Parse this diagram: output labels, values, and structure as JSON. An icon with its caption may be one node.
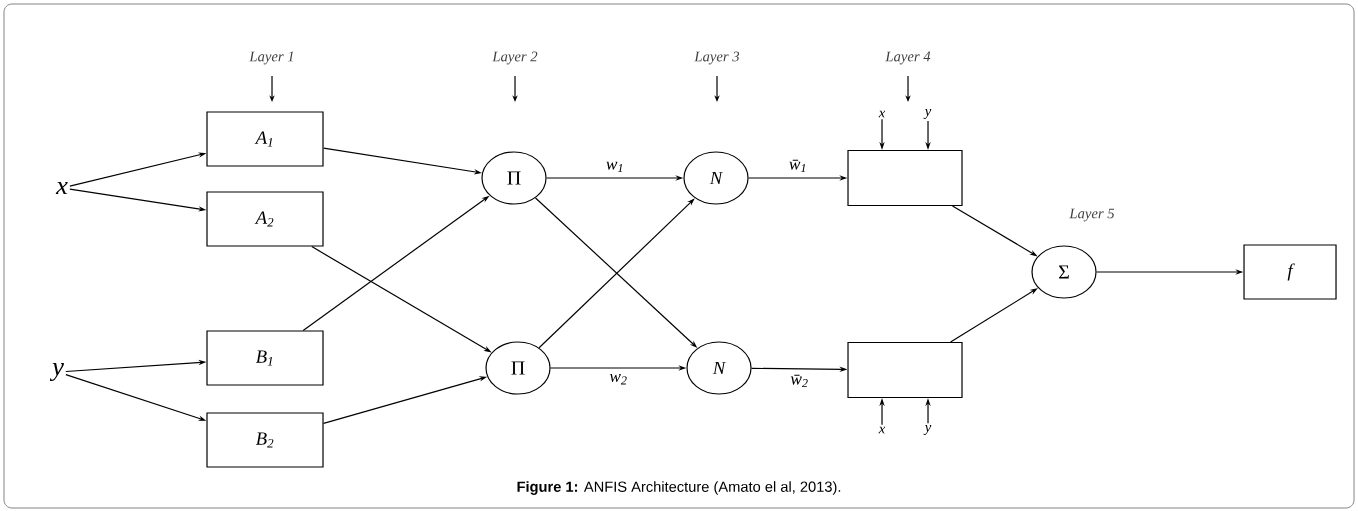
{
  "diagram": {
    "caption": "**Figure 1:** ANFIS Architecture (Amato el al, 2013).",
    "nodes": [
      {
        "text": [
          "x"
        ]
      },
      {
        "text": [
          "y"
        ]
      },
      {
        "text": [
          "*A*$_{1}$"
        ]
      },
      {
        "text": [
          "*A*$_{2}$"
        ]
      },
      {
        "text": [
          "*B*$_{1}$"
        ]
      },
      {
        "text": [
          "*B*$_{2}$"
        ]
      },
      {
        "text": [
          "Π"
        ]
      },
      {
        "text": [
          "Π"
        ]
      },
      {
        "text": [
          "N"
        ]
      },
      {
        "text": [
          "N"
        ]
      },
      {
        "text": [],
        "shape": "box"
      },
      {
        "text": [],
        "shape": "box"
      },
      {
        "text": [
          "Σ"
        ]
      },
      {
        "text": [
          "f"
        ]
      },
      {
        "text": [
          "x"
        ]
      },
      {
        "text": [
          "y"
        ]
      },
      {
        "text": [
          "x"
        ]
      },
      {
        "text": [
          "y"
        ]
      }
    ],
    "edges": [
      {
        "from": 0,
        "to": 2,
        "arrow": "to"
      },
      {
        "from": 0,
        "to": 3,
        "arrow": "to"
      },
      {
        "from": 1,
        "to": 4,
        "arrow": "to"
      },
      {
        "from": 1,
        "to": 5,
        "arrow": "to"
      },
      {
        "from": 2,
        "to": 6,
        "arrow": "to"
      },
      {
        "from": 3,
        "to": 7,
        "arrow": "to"
      },
      {
        "from": 4,
        "to": 6,
        "arrow": "to"
      },
      {
        "from": 5,
        "to": 7,
        "arrow": "to"
      },
      {
        "from": 6,
        "to": 8,
        "arrow": "to",
        "label": "*w*$_{1}$"
      },
      {
        "from": 6,
        "to": 9,
        "arrow": "to"
      },
      {
        "from": 7,
        "to": 8,
        "arrow": "to"
      },
      {
        "from": 7,
        "to": 9,
        "arrow": "to",
        "label": "*w*$_{2}$"
      },
      {
        "from": 8,
        "to": 10,
        "arrow": "to",
        "label": "*w̄*$_{1}$"
      },
      {
        "from": 9,
        "to": 11,
        "arrow": "to",
        "label": "*w̄*$_{2}$"
      },
      {
        "from": 10,
        "to": 12,
        "arrow": "to"
      },
      {
        "from": 11,
        "to": 12,
        "arrow": "to"
      },
      {
        "from": 12,
        "to": 13,
        "arrow": "to"
      },
      {
        "from": 14,
        "to": 10,
        "arrow": "to"
      },
      {
        "from": 15,
        "to": 10,
        "arrow": "to"
      },
      {
        "from": 16,
        "to": 11,
        "arrow": "to"
      },
      {
        "from": 17,
        "to": 11,
        "arrow": "to"
      }
    ],
    "labels": [
      "Layer 1",
      "Layer 2",
      "Layer 3",
      "Layer 4",
      "Layer 5"
    ]
  }
}
